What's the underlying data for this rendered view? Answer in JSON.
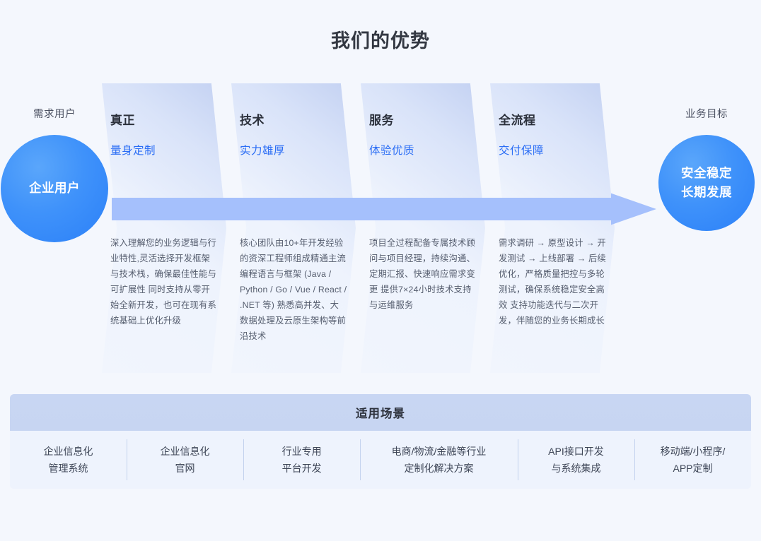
{
  "page": {
    "title": "我们的优势",
    "background": "#f4f7fd",
    "accent_blue": "#2a6df5",
    "arrow_color": "#a5c0fc",
    "bubble_color": "#3f92fa"
  },
  "flow": {
    "start": {
      "label": "需求用户",
      "bubble_lines": [
        "企业用户"
      ]
    },
    "end": {
      "label": "业务目标",
      "bubble_lines": [
        "安全稳定",
        "长期发展"
      ]
    },
    "arrow": {
      "name": "right-arrow-icon",
      "direction": "right"
    },
    "steps": [
      {
        "heading": "真正",
        "subheading": "量身定制",
        "body": "深入理解您的业务逻辑与行业特性,灵活选择开发框架与技术栈，确保最佳性能与可扩展性 同时支持从零开始全新开发，也可在现有系统基础上优化升级"
      },
      {
        "heading": "技术",
        "subheading": "实力雄厚",
        "body": "核心团队由10+年开发经验的资深工程师组成精通主流编程语言与框架 (Java / Python / Go / Vue / React / .NET 等) 熟悉高并发、大数据处理及云原生架构等前沿技术"
      },
      {
        "heading": "服务",
        "subheading": "体验优质",
        "body": "项目全过程配备专属技术顾问与项目经理，持续沟通、定期汇报、快速响应需求变更 提供7×24小时技术支持与运维服务"
      },
      {
        "heading": "全流程",
        "subheading": "交付保障",
        "body": "需求调研 → 原型设计 → 开发测试 → 上线部署 → 后续优化，严格质量把控与多轮测试，确保系统稳定安全高效 支持功能迭代与二次开发，伴随您的业务长期成长"
      }
    ]
  },
  "scenarios": {
    "title": "适用场景",
    "items": [
      {
        "line1": "企业信息化",
        "line2": "管理系统"
      },
      {
        "line1": "企业信息化",
        "line2": "官网"
      },
      {
        "line1": "行业专用",
        "line2": "平台开发"
      },
      {
        "line1": "电商/物流/金融等行业",
        "line2": "定制化解决方案"
      },
      {
        "line1": "API接口开发",
        "line2": "与系统集成"
      },
      {
        "line1": "移动端/小程序/",
        "line2": "APP定制"
      }
    ]
  }
}
